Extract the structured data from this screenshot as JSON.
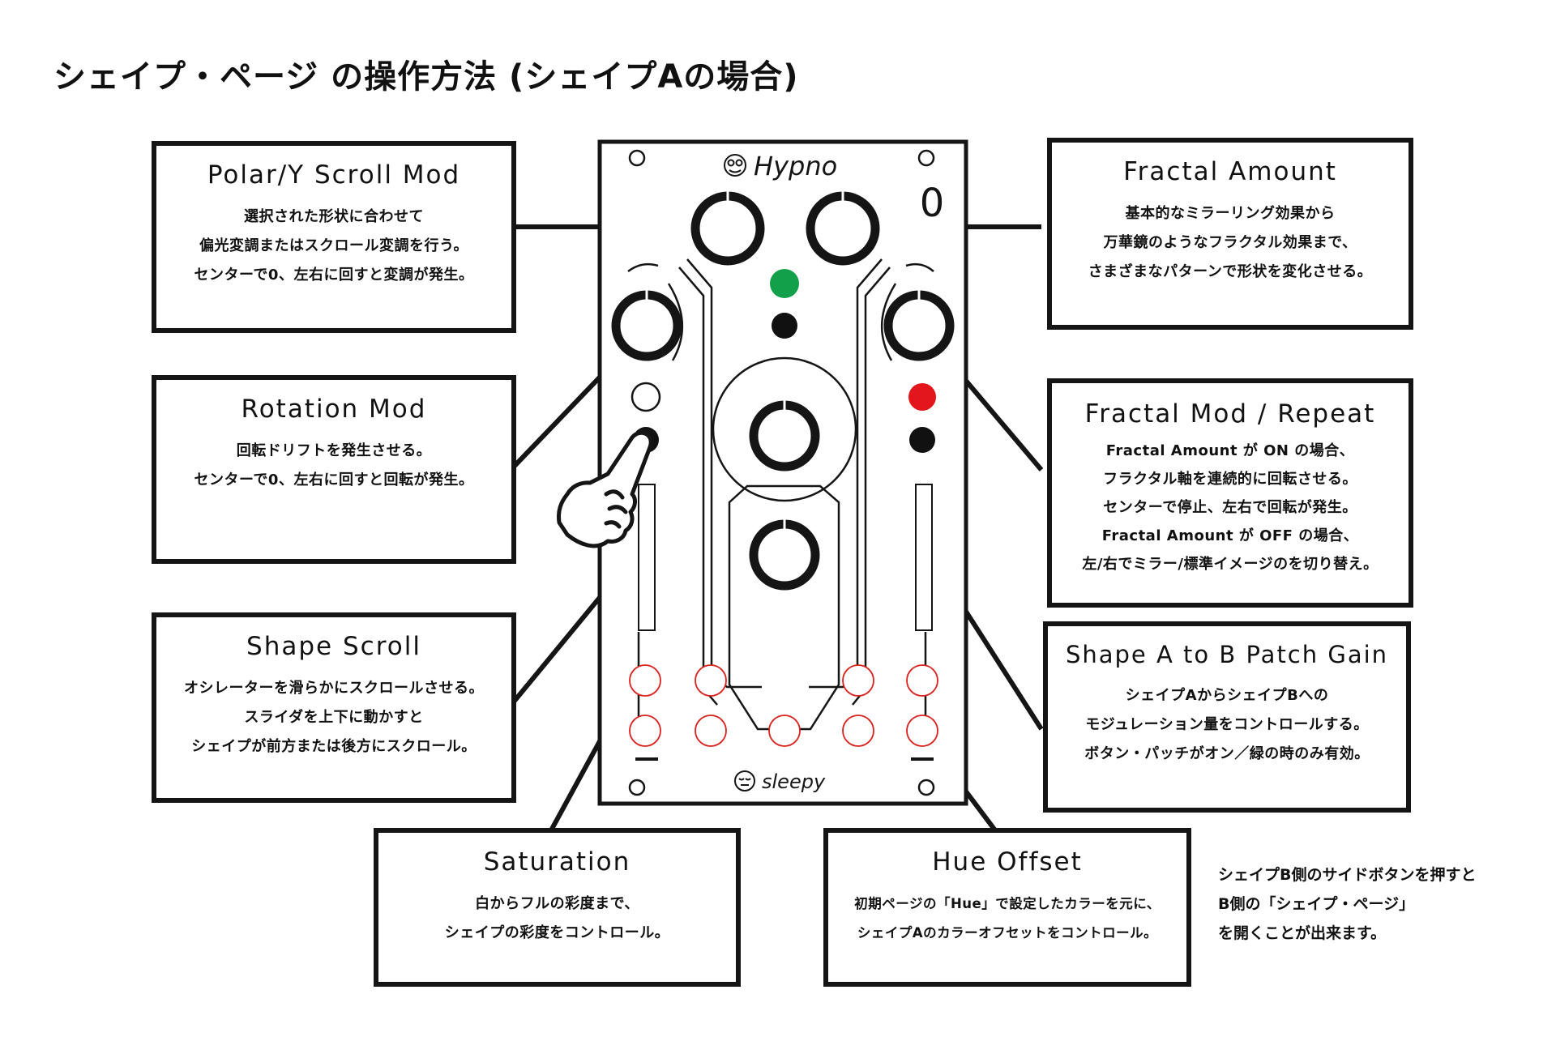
{
  "page": {
    "title": "シェイプ・ページ の操作方法 (シェイプAの場合)"
  },
  "module": {
    "brand": "Hypno",
    "maker": "sleepy",
    "page_indicator": "0",
    "led_colors": {
      "green": "#12a14a",
      "red": "#e3161b",
      "off": "#111111",
      "jack_ring": "#d9221c"
    }
  },
  "callouts": {
    "polar_scroll": {
      "title": "Polar/Y Scroll Mod",
      "lines": [
        "選択された形状に合わせて",
        "偏光変調またはスクロール変調を行う。",
        "センターで0、左右に回すと変調が発生。"
      ]
    },
    "rotation": {
      "title": "Rotation Mod",
      "lines": [
        "回転ドリフトを発生させる。",
        "センターで0、左右に回すと回転が発生。"
      ]
    },
    "shape_scroll": {
      "title": "Shape Scroll",
      "lines": [
        "オシレーターを滑らかにスクロールさせる。",
        "スライダを上下に動かすと",
        "シェイプが前方または後方にスクロール。"
      ]
    },
    "fractal_amount": {
      "title": "Fractal Amount",
      "lines": [
        "基本的なミラーリング効果から",
        "万華鏡のようなフラクタル効果まで、",
        "さまざまなパターンで形状を変化させる。"
      ]
    },
    "fractal_mod": {
      "title": "Fractal Mod / Repeat",
      "lines": [
        "Fractal Amount が ON の場合、",
        "フラクタル軸を連続的に回転させる。",
        "センターで停止、左右で回転が発生。",
        "Fractal Amount が OFF の場合、",
        "左/右でミラー/標準イメージのを切り替え。"
      ]
    },
    "patch_gain": {
      "title": "Shape A to B Patch Gain",
      "lines": [
        "シェイプAからシェイプBへの",
        "モジュレーション量をコントロールする。",
        "ボタン・パッチがオン／緑の時のみ有効。"
      ]
    },
    "saturation": {
      "title": "Saturation",
      "lines": [
        "白からフルの彩度まで、",
        "シェイプの彩度をコントロール。"
      ]
    },
    "hue_offset": {
      "title": "Hue Offset",
      "lines": [
        "初期ページの「Hue」で設定したカラーを元に、",
        "シェイプAのカラーオフセットをコントロール。"
      ]
    }
  },
  "note": {
    "lines": [
      "シェイプB側のサイドボタンを押すと",
      "B側の「シェイプ・ページ」",
      "を開くことが出来ます。"
    ]
  }
}
